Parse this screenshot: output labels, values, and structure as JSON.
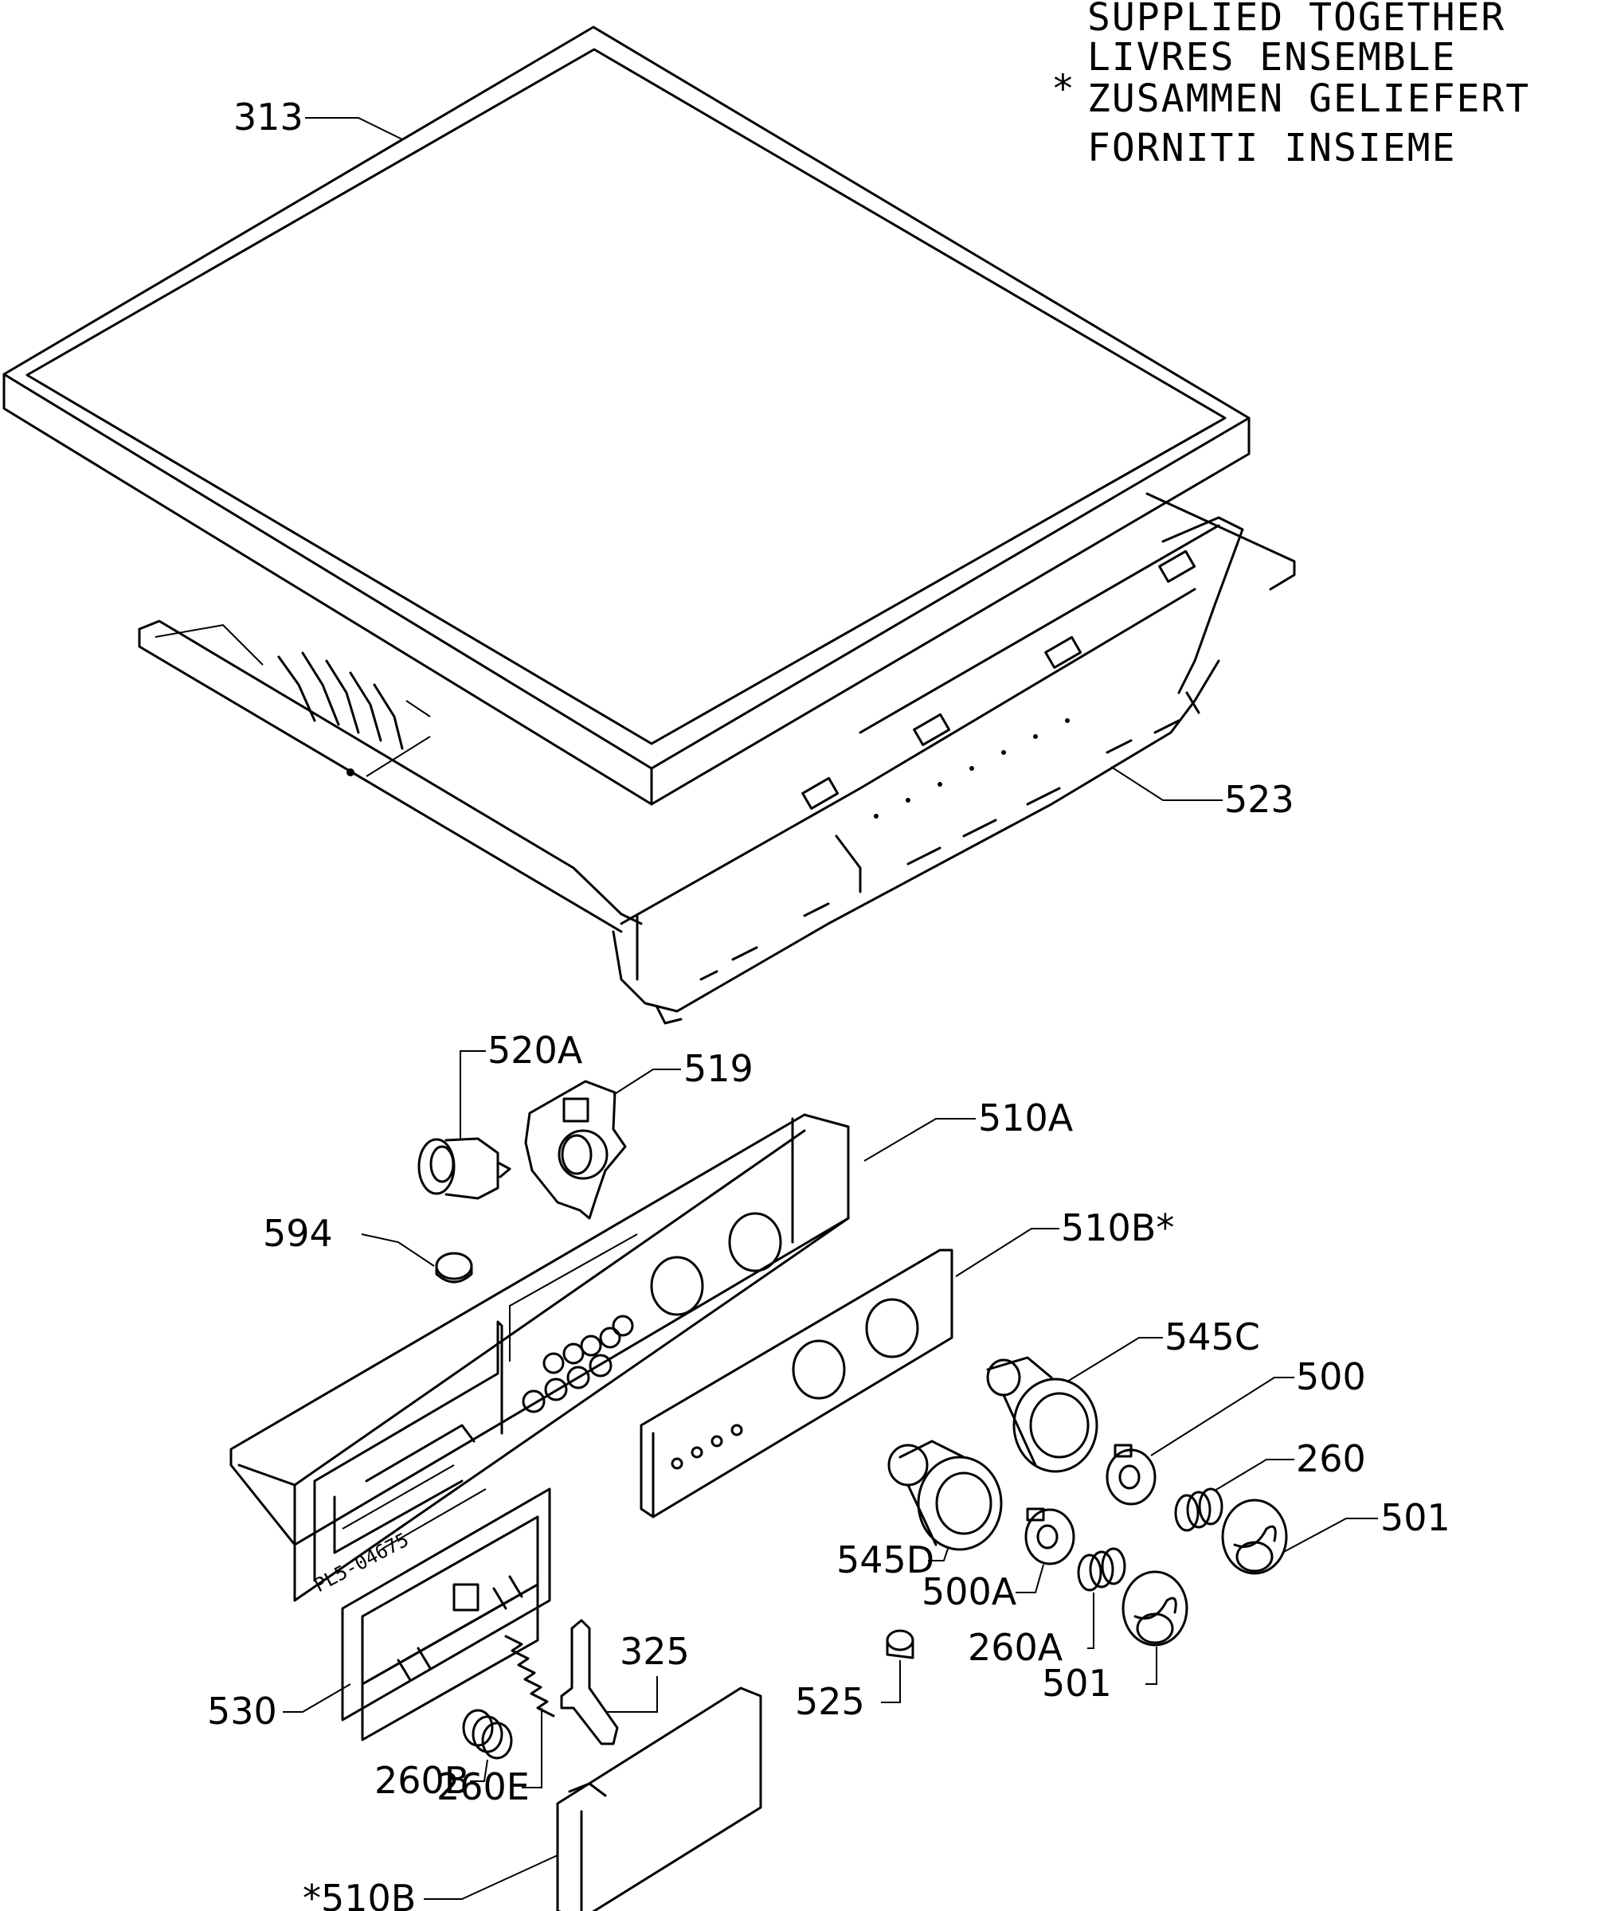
{
  "note": {
    "lines": [
      "SUPPLIED TOGETHER",
      "LIVRES ENSEMBLE",
      "ZUSAMMEN GELIEFERT",
      "FORNITI INSIEME"
    ],
    "marker": "*"
  },
  "drawing_code": "PL5-04675",
  "labels": {
    "l313": "313",
    "l523": "523",
    "l520a": "520A",
    "l519": "519",
    "l510a": "510A",
    "l594": "594",
    "l510b": "510B*",
    "l545c": "545C",
    "l500": "500",
    "l260": "260",
    "l501a": "501",
    "l545d": "545D",
    "l500a": "500A",
    "l260a": "260A",
    "l501b": "501",
    "l325": "325",
    "l525": "525",
    "l530": "530",
    "l260b": "260B",
    "l260e": "260E",
    "l510b_bottom": "*510B"
  }
}
